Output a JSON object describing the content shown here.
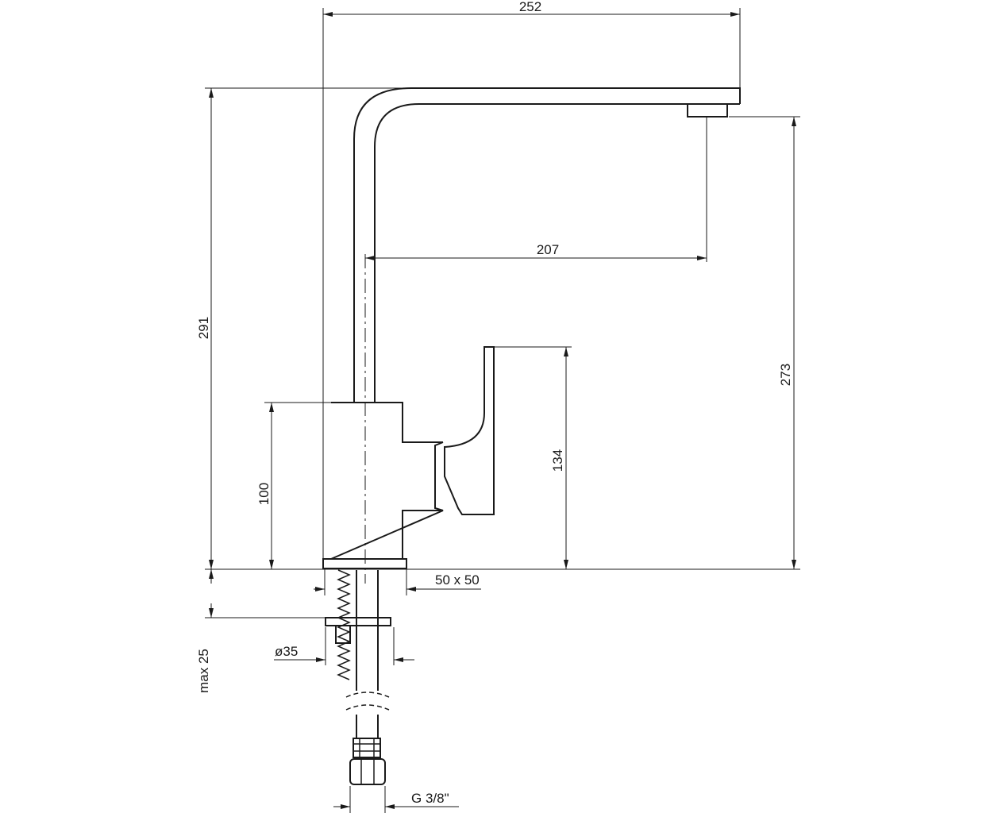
{
  "dimensions": {
    "overall_width": "252",
    "spout_reach": "207",
    "total_height": "291",
    "spout_height": "273",
    "lever_height": "134",
    "body_height": "100",
    "base_size": "50 x 50",
    "hole_diameter": "ø35",
    "max_counter_thickness": "max 25",
    "connection_thread": "G 3/8\""
  },
  "colors": {
    "line": "#1a1a1a",
    "background": "#ffffff"
  }
}
